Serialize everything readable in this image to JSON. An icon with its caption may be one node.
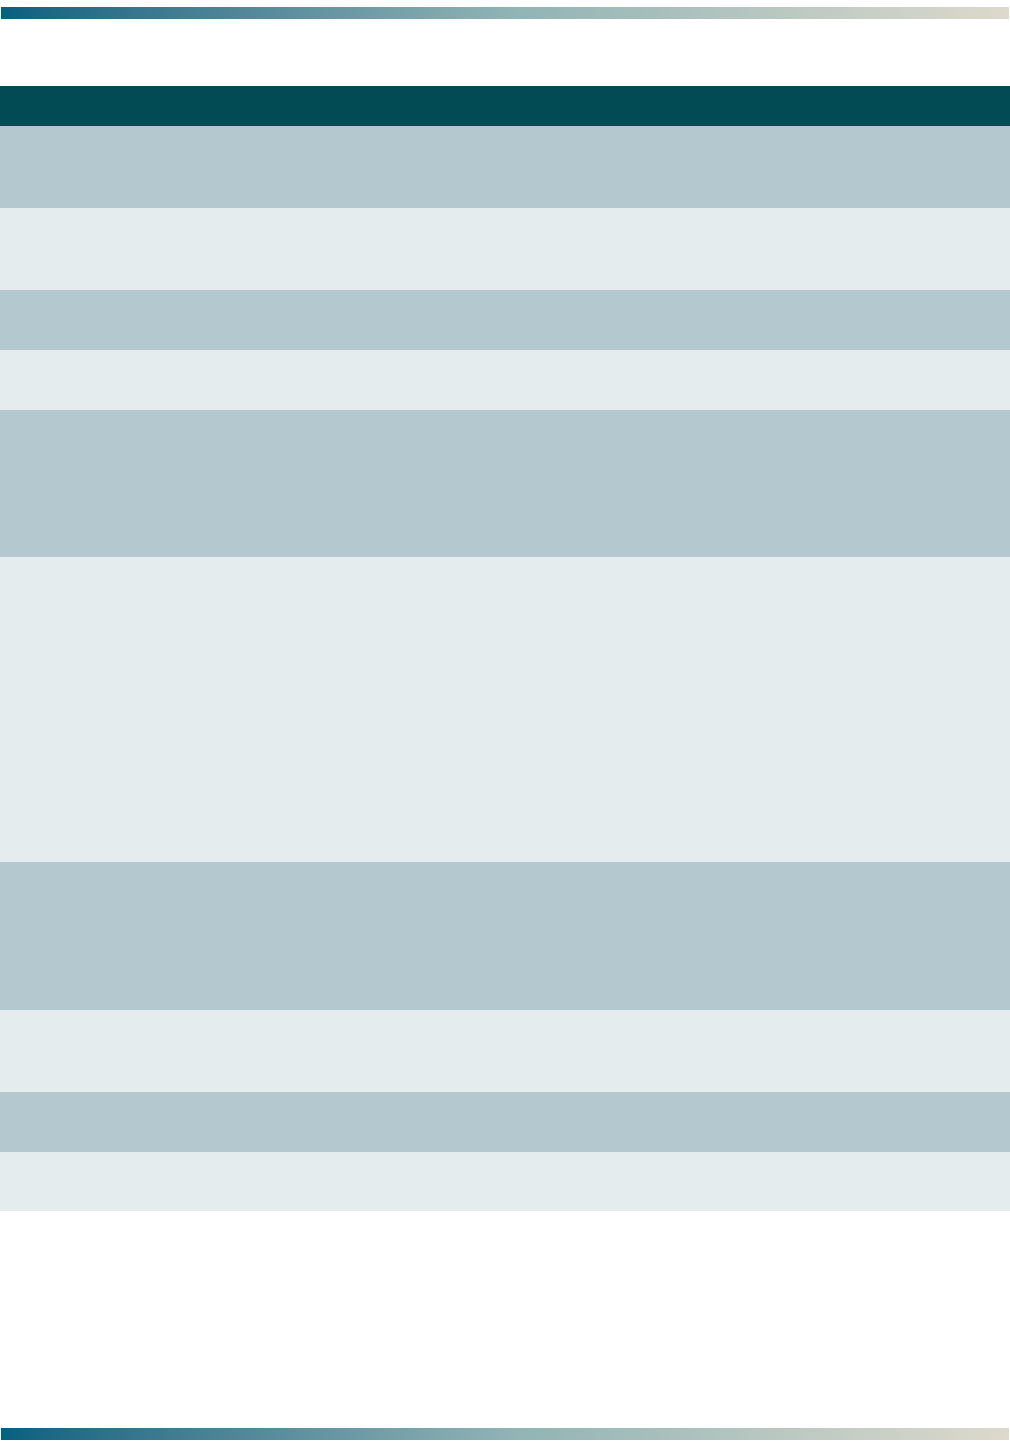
{
  "diagram": {
    "nodes": [
      {
        "text": [],
        "shape": "bar"
      },
      {
        "text": [],
        "shape": "bar"
      },
      {
        "text": [],
        "shape": "bar"
      },
      {
        "text": [],
        "shape": "bar"
      },
      {
        "text": [],
        "shape": "bar"
      },
      {
        "text": [],
        "shape": "bar"
      },
      {
        "text": [],
        "shape": "bar"
      },
      {
        "text": [],
        "shape": "bar"
      },
      {
        "text": [],
        "shape": "bar"
      },
      {
        "text": [],
        "shape": "bar"
      },
      {
        "text": [],
        "shape": "bar"
      }
    ]
  }
}
